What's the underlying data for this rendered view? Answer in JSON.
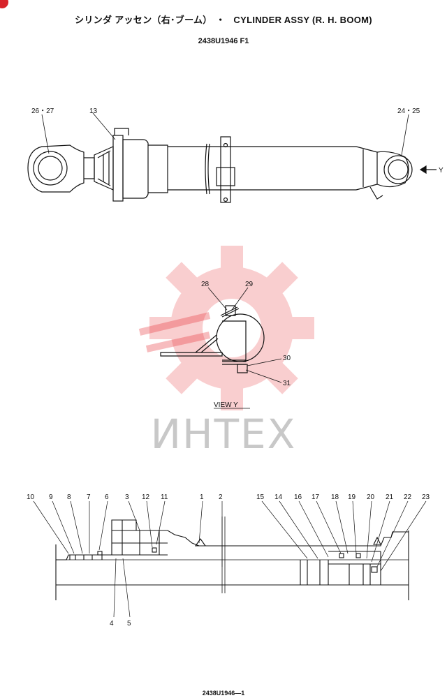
{
  "header": {
    "title_jp": "シリンダ アッセン（右･ブーム）",
    "title_sep": "・",
    "title_en": "CYLINDER ASSY (R. H. BOOM)",
    "part_number": "2438U1946 F1"
  },
  "footer": {
    "page_ref": "2438U1946—1"
  },
  "watermark": {
    "text": "ИНТЕХ",
    "color": "#e8262b"
  },
  "top_view": {
    "callouts": [
      "26・27",
      "13",
      "24・25"
    ],
    "arrow_label": "Y"
  },
  "view_y": {
    "label": "VIEW Y",
    "callouts": [
      "28",
      "29",
      "30",
      "31"
    ]
  },
  "section_view": {
    "top_callouts": [
      "10",
      "9",
      "8",
      "7",
      "6",
      "3",
      "12",
      "11",
      "1",
      "2",
      "15",
      "14",
      "16",
      "17",
      "18",
      "19",
      "20",
      "21",
      "22",
      "23"
    ],
    "bottom_callouts": [
      "4",
      "5"
    ]
  }
}
